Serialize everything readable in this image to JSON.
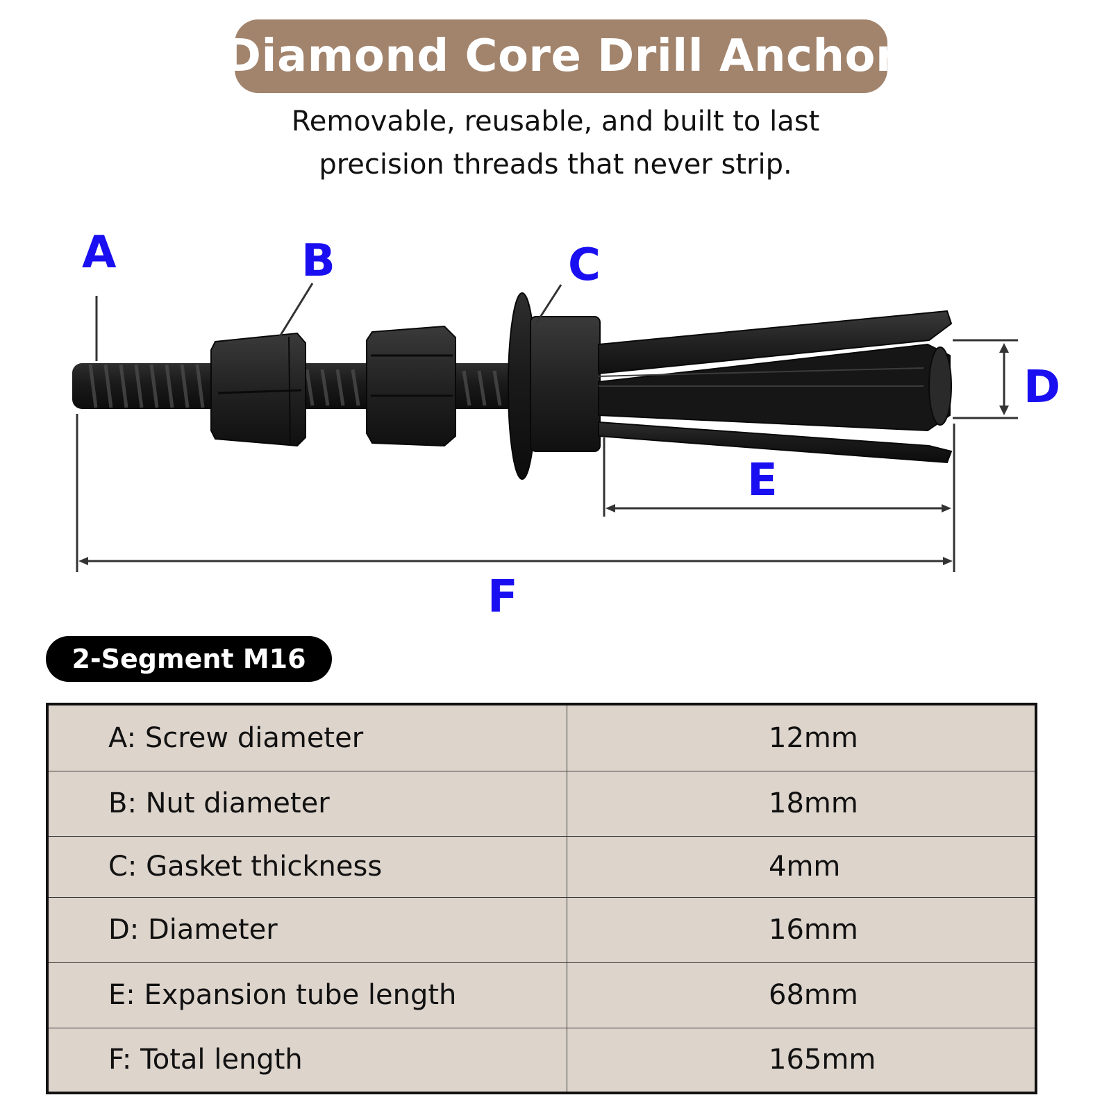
{
  "header": {
    "title": "Diamond Core Drill Anchor",
    "subtitle_line1": "Removable, reusable, and built to last",
    "subtitle_line2": "precision threads that never strip."
  },
  "diagram": {
    "labels": {
      "a": "A",
      "b": "B",
      "c": "C",
      "d": "D",
      "e": "E",
      "f": "F"
    },
    "colors": {
      "label": "#1a0ff0",
      "part": "#1c1c1c",
      "dimension_line": "#333333"
    }
  },
  "variant": {
    "label": "2-Segment M16"
  },
  "specs": {
    "rows": [
      {
        "label": "A: Screw diameter",
        "value": "12mm"
      },
      {
        "label": "B: Nut diameter",
        "value": "18mm"
      },
      {
        "label": "C: Gasket thickness",
        "value": "4mm"
      },
      {
        "label": "D: Diameter",
        "value": "16mm"
      },
      {
        "label": "E: Expansion tube length",
        "value": "68mm"
      },
      {
        "label": "F: Total length",
        "value": "165mm"
      }
    ]
  },
  "colors": {
    "title_pill": "#a2846d",
    "table_bg": "#ddd4cc",
    "variant_pill": "#000000"
  }
}
